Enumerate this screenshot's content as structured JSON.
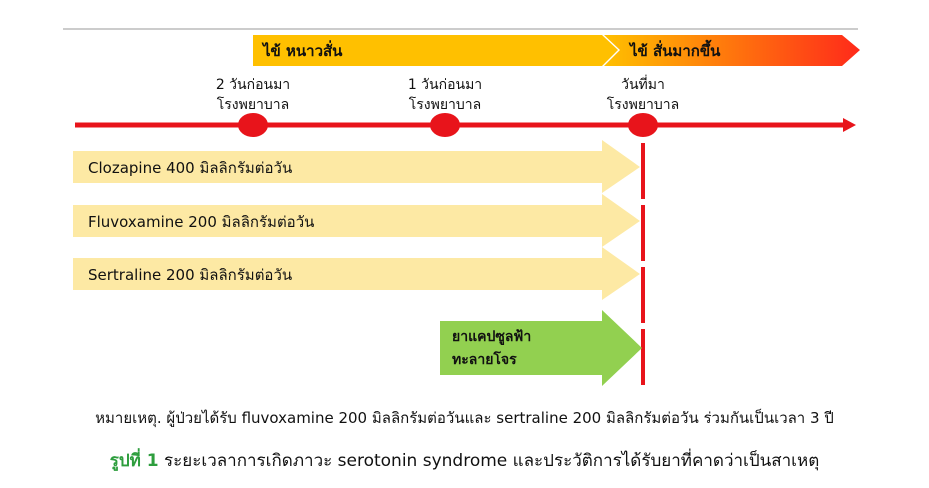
{
  "phases": {
    "short_fever": "ไข้ หนาวสั่น",
    "high_fever": "ไข้ สั่นมากขึ้น"
  },
  "timeline": {
    "points": [
      {
        "line1": "2 วันก่อนมา",
        "line2": "โรงพยาบาล"
      },
      {
        "line1": "1 วันก่อนมา",
        "line2": "โรงพยาบาล"
      },
      {
        "line1": "วันที่มา",
        "line2": "โรงพยาบาล"
      }
    ]
  },
  "medications": [
    {
      "label": "Clozapine 400 มิลลิกรัมต่อวัน"
    },
    {
      "label": "Fluvoxamine 200 มิลลิกรัมต่อวัน"
    },
    {
      "label": "Sertraline 200 มิลลิกรัมต่อวัน"
    }
  ],
  "capsule": {
    "line1": "ยาแคปซูลฟ้า",
    "line2": "ทะลายโจร"
  },
  "note": "หมายเหตุ. ผู้ป่วยได้รับ fluvoxamine 200 มิลลิกรัมต่อวันและ sertraline 200 มิลลิกรัมต่อวัน ร่วมกันเป็นเวลา 3 ปี",
  "figure": {
    "label": "รูปที่ 1",
    "caption": "ระยะเวลาการเกิดภาวะ serotonin syndrome และประวัติการได้รับยาที่คาดว่าเป็นสาเหตุ"
  },
  "colors": {
    "timeline_red": "#e8141b",
    "phase_yellow": "#ffc000",
    "phase_orange": "#ff4d1a",
    "drug_arrow": "#fde9a4",
    "capsule_green": "#92d050"
  }
}
